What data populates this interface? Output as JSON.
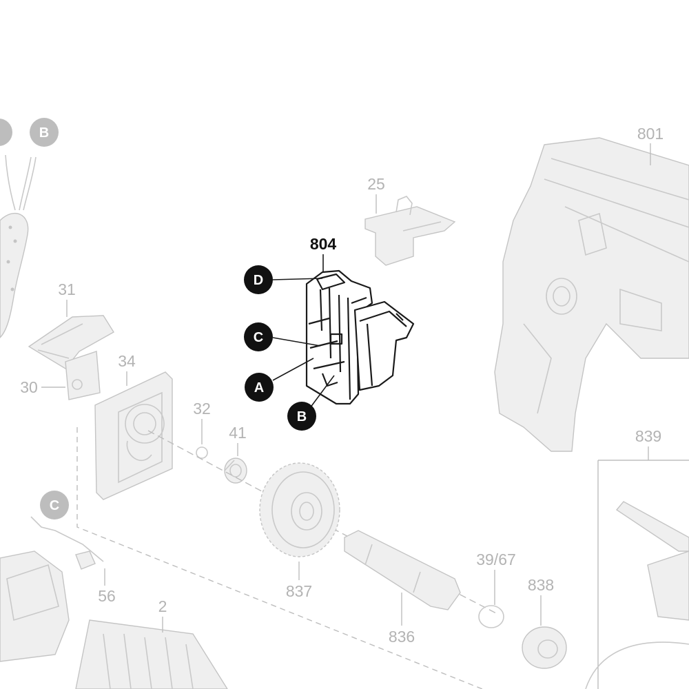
{
  "diagram": {
    "part_numbers": {
      "p801": "801",
      "p25": "25",
      "p804": "804",
      "p31": "31",
      "p34": "34",
      "p30": "30",
      "p32": "32",
      "p41": "41",
      "p839": "839",
      "p837": "837",
      "p39_67": "39/67",
      "p838": "838",
      "p56": "56",
      "p2": "2",
      "p836": "836"
    },
    "callouts": {
      "d": "D",
      "c": "C",
      "a": "A",
      "b": "B",
      "ghost_b": "B",
      "ghost_c": "C"
    },
    "colors": {
      "ink": "#111111",
      "faded": "#b3b3b3",
      "callout_dark": "#111111",
      "callout_faded": "#bdbdbd"
    }
  }
}
